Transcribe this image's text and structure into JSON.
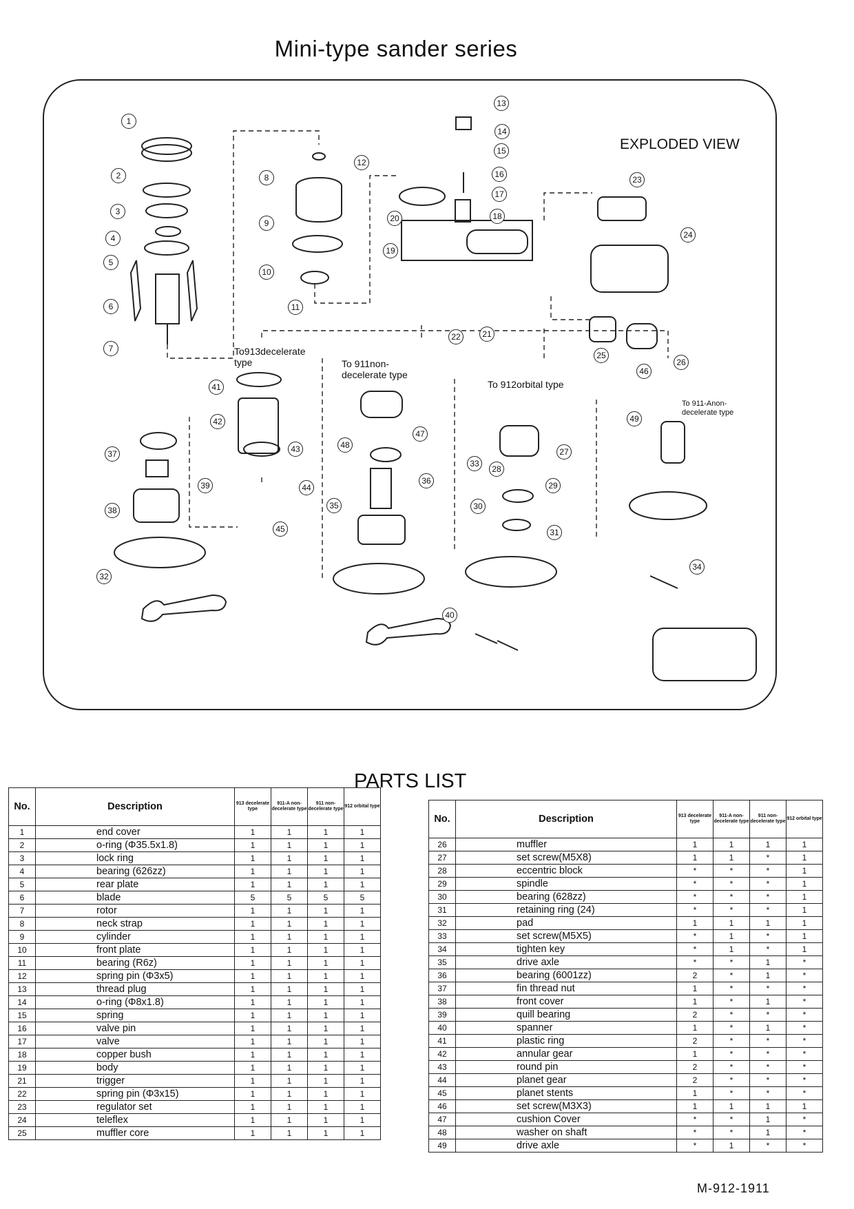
{
  "title": "Mini-type sander series",
  "exploded_view_label": "EXPLODED VIEW",
  "diagram_notes": {
    "to913": "To913decelerate type",
    "to911": "To 911non- decelerate type",
    "to912": "To 912orbital type",
    "to911a": "To 911-Anon- decelerate type"
  },
  "callouts": [
    "1",
    "2",
    "3",
    "4",
    "5",
    "6",
    "7",
    "8",
    "9",
    "10",
    "11",
    "12",
    "13",
    "14",
    "15",
    "16",
    "17",
    "18",
    "19",
    "20",
    "21",
    "22",
    "23",
    "24",
    "25",
    "26",
    "27",
    "28",
    "29",
    "30",
    "31",
    "32",
    "33",
    "34",
    "35",
    "36",
    "37",
    "38",
    "39",
    "40",
    "41",
    "42",
    "43",
    "44",
    "45",
    "46",
    "47",
    "48",
    "49"
  ],
  "parts_list_title": "PARTS LIST",
  "table_headers": {
    "no": "No.",
    "desc": "Description",
    "c913": "913 decelerate type",
    "c911a": "911-A non-decelerate type",
    "c911": "911 non-decelerate type",
    "c912": "912 orbital type"
  },
  "parts_left": [
    [
      "1",
      "end cover",
      "1",
      "1",
      "1",
      "1"
    ],
    [
      "2",
      "o-ring (Φ35.5x1.8)",
      "1",
      "1",
      "1",
      "1"
    ],
    [
      "3",
      "lock ring",
      "1",
      "1",
      "1",
      "1"
    ],
    [
      "4",
      "bearing (626zz)",
      "1",
      "1",
      "1",
      "1"
    ],
    [
      "5",
      "rear plate",
      "1",
      "1",
      "1",
      "1"
    ],
    [
      "6",
      "blade",
      "5",
      "5",
      "5",
      "5"
    ],
    [
      "7",
      "rotor",
      "1",
      "1",
      "1",
      "1"
    ],
    [
      "8",
      "neck strap",
      "1",
      "1",
      "1",
      "1"
    ],
    [
      "9",
      "cylinder",
      "1",
      "1",
      "1",
      "1"
    ],
    [
      "10",
      "front plate",
      "1",
      "1",
      "1",
      "1"
    ],
    [
      "11",
      "bearing (R6z)",
      "1",
      "1",
      "1",
      "1"
    ],
    [
      "12",
      "spring pin (Φ3x5)",
      "1",
      "1",
      "1",
      "1"
    ],
    [
      "13",
      "thread plug",
      "1",
      "1",
      "1",
      "1"
    ],
    [
      "14",
      "o-ring (Φ8x1.8)",
      "1",
      "1",
      "1",
      "1"
    ],
    [
      "15",
      "spring",
      "1",
      "1",
      "1",
      "1"
    ],
    [
      "16",
      "valve pin",
      "1",
      "1",
      "1",
      "1"
    ],
    [
      "17",
      "valve",
      "1",
      "1",
      "1",
      "1"
    ],
    [
      "18",
      "copper bush",
      "1",
      "1",
      "1",
      "1"
    ],
    [
      "19",
      "body",
      "1",
      "1",
      "1",
      "1"
    ],
    [
      "21",
      "trigger",
      "1",
      "1",
      "1",
      "1"
    ],
    [
      "22",
      "spring pin (Φ3x15)",
      "1",
      "1",
      "1",
      "1"
    ],
    [
      "23",
      "regulator set",
      "1",
      "1",
      "1",
      "1"
    ],
    [
      "24",
      "teleflex",
      "1",
      "1",
      "1",
      "1"
    ],
    [
      "25",
      "muffler core",
      "1",
      "1",
      "1",
      "1"
    ]
  ],
  "parts_right": [
    [
      "26",
      "muffler",
      "1",
      "1",
      "1",
      "1"
    ],
    [
      "27",
      "set screw(M5X8)",
      "1",
      "1",
      "*",
      "1"
    ],
    [
      "28",
      "eccentric block",
      "*",
      "*",
      "*",
      "1"
    ],
    [
      "29",
      "spindle",
      "*",
      "*",
      "*",
      "1"
    ],
    [
      "30",
      "bearing (628zz)",
      "*",
      "*",
      "*",
      "1"
    ],
    [
      "31",
      "retaining ring (24)",
      "*",
      "*",
      "*",
      "1"
    ],
    [
      "32",
      "pad",
      "1",
      "1",
      "1",
      "1"
    ],
    [
      "33",
      "set screw(M5X5)",
      "*",
      "1",
      "*",
      "1"
    ],
    [
      "34",
      "tighten key",
      "*",
      "1",
      "*",
      "1"
    ],
    [
      "35",
      "drive axle",
      "*",
      "*",
      "1",
      "*"
    ],
    [
      "36",
      "bearing (6001zz)",
      "2",
      "*",
      "1",
      "*"
    ],
    [
      "37",
      "fin thread nut",
      "1",
      "*",
      "*",
      "*"
    ],
    [
      "38",
      "front cover",
      "1",
      "*",
      "1",
      "*"
    ],
    [
      "39",
      "quill bearing",
      "2",
      "*",
      "*",
      "*"
    ],
    [
      "40",
      "spanner",
      "1",
      "*",
      "1",
      "*"
    ],
    [
      "41",
      "plastic ring",
      "2",
      "*",
      "*",
      "*"
    ],
    [
      "42",
      "annular gear",
      "1",
      "*",
      "*",
      "*"
    ],
    [
      "43",
      "round pin",
      "2",
      "*",
      "*",
      "*"
    ],
    [
      "44",
      "planet gear",
      "2",
      "*",
      "*",
      "*"
    ],
    [
      "45",
      "planet stents",
      "1",
      "*",
      "*",
      "*"
    ],
    [
      "46",
      "set screw(M3X3)",
      "1",
      "1",
      "1",
      "1"
    ],
    [
      "47",
      "cushion Cover",
      "*",
      "*",
      "1",
      "*"
    ],
    [
      "48",
      "washer on shaft",
      "*",
      "*",
      "1",
      "*"
    ],
    [
      "49",
      "drive axle",
      "*",
      "1",
      "*",
      "*"
    ]
  ],
  "doc_code": "M-912-1911"
}
